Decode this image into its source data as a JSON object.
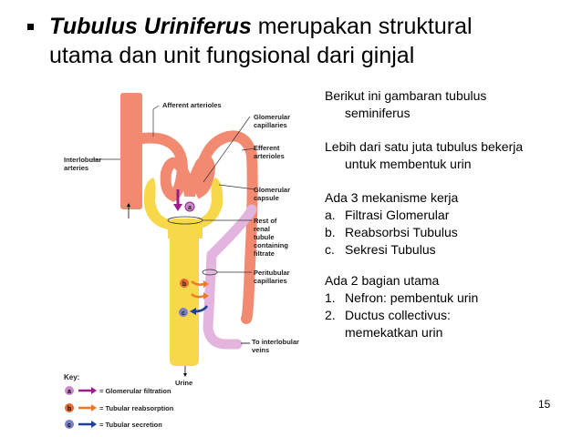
{
  "slide": {
    "title": {
      "bold_italic": "Tubulus Uriniferus",
      "line1_rest": " merupakan struktural",
      "line2": "utama dan unit fungsional dari ginjal"
    },
    "diagram": {
      "labels": {
        "afferent": "Afferent arterioles",
        "glom_cap_1": "Glomerular",
        "glom_cap_2": "capillaries",
        "efferent_1": "Efferent",
        "efferent_2": "arterioles",
        "interlobular_1": "Interlobular",
        "interlobular_2": "arteries",
        "capsule_1": "Glomerular",
        "capsule_2": "capsule",
        "rest_1": "Rest of",
        "rest_2": "renal",
        "rest_3": "tubule",
        "rest_4": "containing",
        "rest_5": "filtrate",
        "peri_1": "Peritubular",
        "peri_2": "capillaries",
        "veins_1": "To interlobular",
        "veins_2": "veins",
        "urine": "Urine"
      },
      "key": {
        "title": "Key:",
        "items": [
          {
            "letter": "a",
            "label": "= Glomerular filtration",
            "color": "#9b1e8c",
            "badge": "#c98bc7"
          },
          {
            "letter": "b",
            "label": "= Tubular reabsorption",
            "color": "#f07a22",
            "badge": "#e36b2e"
          },
          {
            "letter": "c",
            "label": "= Tubular secretion",
            "color": "#1c3e9c",
            "badge": "#7b7fc4"
          }
        ]
      },
      "colors": {
        "artery": "#f28a72",
        "tubule": "#f6d84a",
        "peritubular": "#e3b4dd"
      }
    },
    "right_text": {
      "p1_line1": "Berikut ini gambaran tubulus",
      "p1_line2": "seminiferus",
      "p2_line1": "Lebih dari satu juta tubulus bekerja",
      "p2_line2": "untuk membentuk urin",
      "p3_heading": "Ada 3 mekanisme kerja",
      "p3_items": [
        {
          "marker": "a.",
          "text": "Filtrasi Glomerular"
        },
        {
          "marker": "b.",
          "text": "Reabsorbsi  Tubulus"
        },
        {
          "marker": "c.",
          "text": "Sekresi Tubulus"
        }
      ],
      "p4_heading": "Ada 2 bagian utama",
      "p4_items": [
        {
          "marker": "1.",
          "text": "Nefron: pembentuk urin"
        },
        {
          "marker": "2.",
          "text": "Ductus collectivus:",
          "cont": "memekatkan urin"
        }
      ]
    },
    "page_number": "15"
  }
}
